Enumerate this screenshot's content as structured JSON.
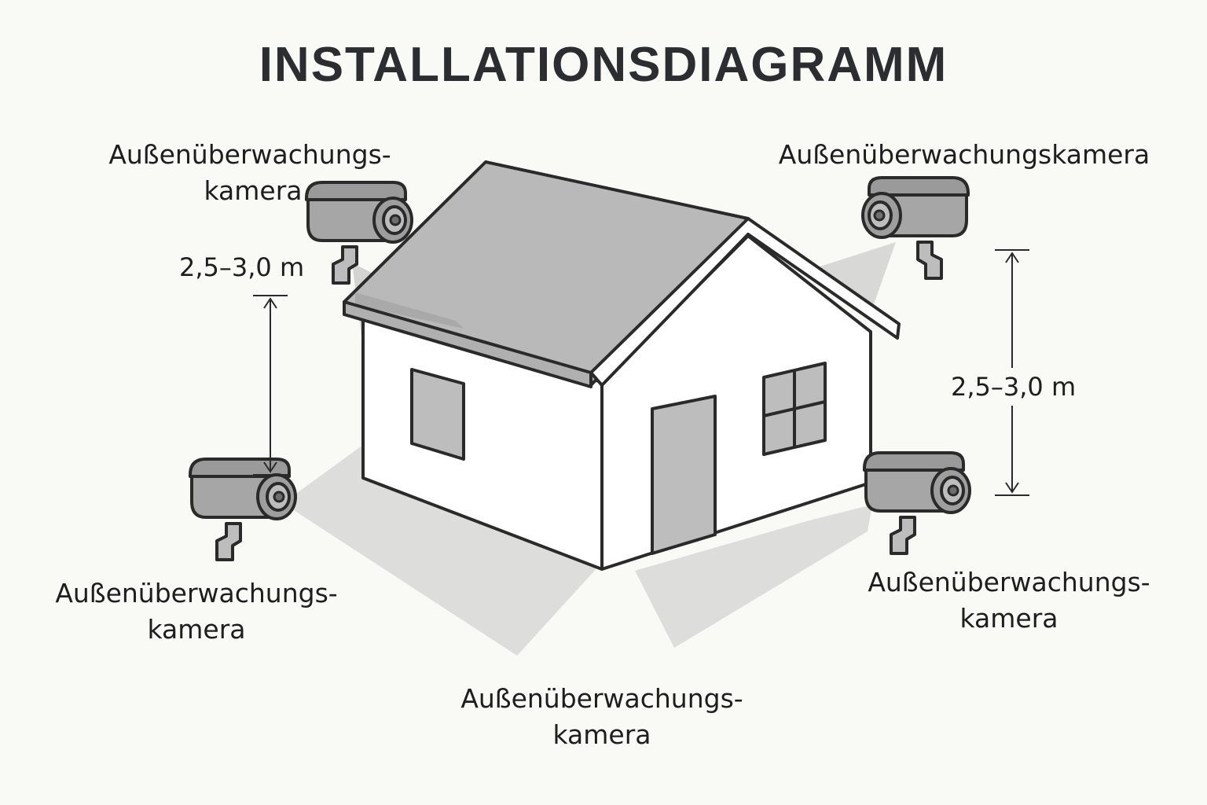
{
  "title": "INSTALLATIONSDIAGRAMM",
  "cameras": [
    {
      "id": "top-left",
      "line1": "Außenüberwachungs-",
      "line2": "kamera"
    },
    {
      "id": "top-right",
      "line1": "Außenüberwachungskamera",
      "line2": ""
    },
    {
      "id": "bottom-left",
      "line1": "Außenüberwachungs-",
      "line2": "kamera"
    },
    {
      "id": "bottom-center",
      "line1": "Außenüberwachungs-",
      "line2": "kamera"
    },
    {
      "id": "bottom-right",
      "line1": "Außenüberwachungs-",
      "line2": "kamera"
    }
  ],
  "dimensions": {
    "left": "2,5–3,0 m",
    "right": "2,5–3,0 m"
  },
  "colors": {
    "background": "#f9f9f6",
    "roof": "#b9b9b9",
    "wall": "#ffffff",
    "window": "#bdbdbd",
    "camera": "#a6a6a6",
    "outline": "#2a2a2a",
    "coverage": "#d6d6d6"
  }
}
